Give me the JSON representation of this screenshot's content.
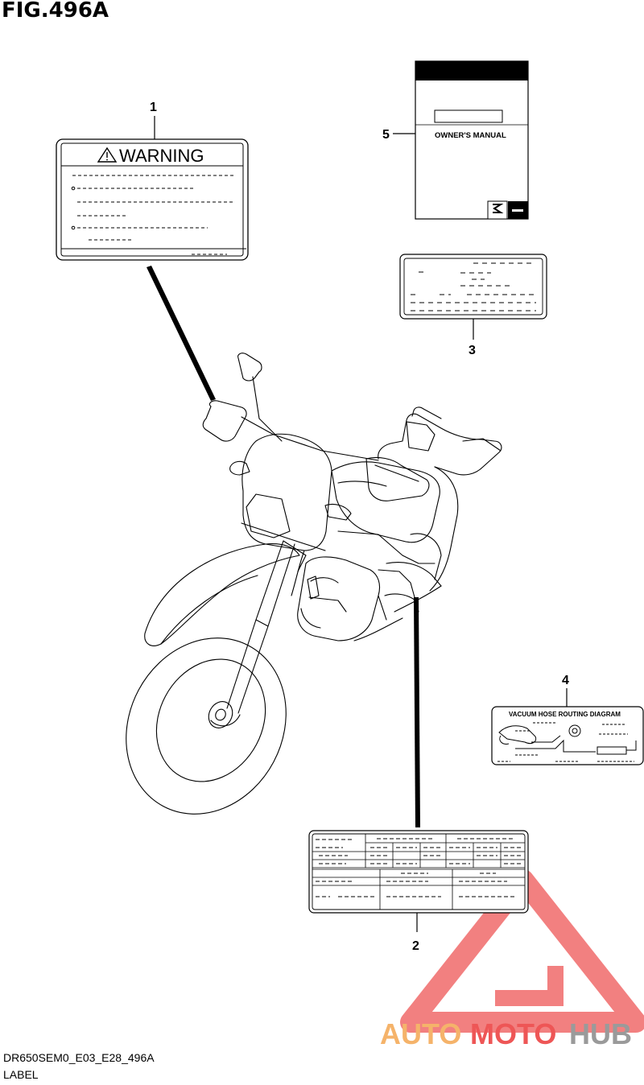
{
  "figure": {
    "title": "FIG.496A",
    "code": "DR650SEM0_E03_E28_496A",
    "caption": "LABEL"
  },
  "callouts": [
    "1",
    "2",
    "3",
    "4",
    "5"
  ],
  "labels": {
    "warning_label": {
      "heading": "WARNING",
      "icon": "warning-triangle-icon"
    },
    "owners_manual": {
      "title": "OWNER'S MANUAL",
      "brand_mark": "SUZUKI",
      "brand_icon": "suzuki-s-icon"
    },
    "vacuum_hose_label": {
      "title": "VACUUM HOSE ROUTING DIAGRAM"
    }
  },
  "watermark": {
    "text_part1": "AUTO",
    "text_part2": "MOTO",
    "text_part3": "HUB",
    "colors": {
      "orange": "#f5b36a",
      "red": "#ee5656",
      "gray": "#9a9a9a"
    }
  }
}
